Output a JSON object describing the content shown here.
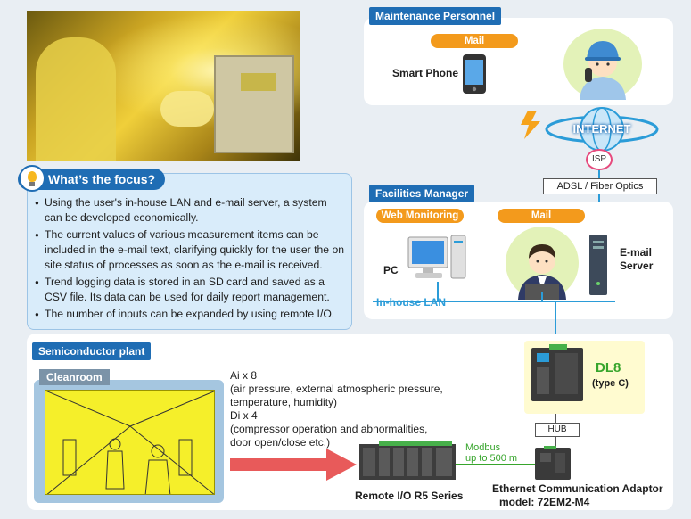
{
  "maintenance": {
    "label": "Maintenance Personnel",
    "mail_pill": "Mail",
    "smart_phone": "Smart Phone"
  },
  "internet": {
    "label": "INTERNET",
    "isp": "ISP",
    "adsl": "ADSL / Fiber Optics"
  },
  "facilities": {
    "label": "Facilities Manager",
    "web_pill": "Web Monitoring",
    "mail_pill": "Mail",
    "pc": "PC",
    "email_server_line1": "E-mail",
    "email_server_line2": "Server",
    "lan": "In-house LAN"
  },
  "focus": {
    "title": "What’s the focus?",
    "bullets": [
      "Using the user's in-house LAN and e-mail server, a system can be developed economically.",
      "The current values of various measurement items can be included in the e-mail text, clarifying quickly for the user the on site status of processes as soon as the e-mail is received.",
      "Trend logging data is stored in an SD card and saved as a CSV file.  Its data can be used for daily report management.",
      "The number of inputs can be expanded by using remote I/O."
    ]
  },
  "plant": {
    "label": "Semiconductor plant",
    "cleanroom": "Cleanroom",
    "io_lines": [
      "Ai x 8",
      "(air pressure, external atmospheric pressure,",
      "temperature, humidity)",
      "Di x 4",
      "(compressor operation and abnormalities,",
      "door open/close etc.)"
    ],
    "remote_io": "Remote I/O R5 Series",
    "modbus_line1": "Modbus",
    "modbus_line2": "up to 500 m",
    "dl8": "DL8",
    "dl8_type": "(type C)",
    "hub": "HUB",
    "adaptor_line1": "Ethernet Communication Adaptor",
    "adaptor_line2": "model: 72EM2-M4"
  },
  "colors": {
    "label_blue": "#1f6db4",
    "pill_orange": "#f39a1c",
    "line_blue": "#2b9cd8",
    "dl8_green": "#37a52c",
    "arrow_red": "#e85a5a"
  }
}
